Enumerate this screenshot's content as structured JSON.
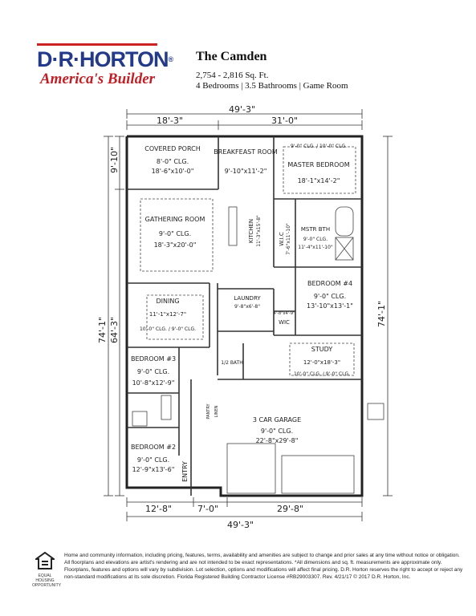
{
  "brand": {
    "name": "D·R·HORTON",
    "mark": "®",
    "tagline": "America's Builder"
  },
  "plan": {
    "name": "The Camden",
    "sqft": "2,754 - 2,816 Sq. Ft.",
    "summary": "4 Bedrooms | 3.5 Bathrooms | Game Room"
  },
  "dims": {
    "top_total": "49'-3\"",
    "top_left": "18'-3\"",
    "top_right": "31'-0\"",
    "bottom_total": "49'-3\"",
    "bottom_a": "12'-8\"",
    "bottom_b": "7'-0\"",
    "bottom_c": "29'-8\"",
    "left_depth": "74'-1\"",
    "left_inner": "64'-3\"",
    "left_top": "9'-10\"",
    "right_depth": "74'-1\""
  },
  "rooms": {
    "porch": {
      "name": "COVERED PORCH",
      "clg": "8'-0\" CLG.",
      "size": "18'-6\"x10'-0\""
    },
    "breakfast": {
      "name": "BREAKFEAST ROOM",
      "size": "9'-10\"x11'-2\""
    },
    "master": {
      "name": "MASTER BEDROOM",
      "clg": "9'-0\" CLG. / 10'-0\" CLG.",
      "size": "18'-1\"x14'-2\""
    },
    "gathering": {
      "name": "GATHERING ROOM",
      "clg": "9'-0\" CLG.",
      "size": "18'-3\"x20'-0\""
    },
    "kitchen": {
      "name": "KITCHEN",
      "size": "11'-3\"x15'-8\""
    },
    "wic": {
      "name": "W.I.C",
      "size": "7'-6\"x11'-10\""
    },
    "mstr_bth": {
      "name": "MSTR BTH",
      "clg": "9'-0\" CLG.",
      "size": "11'-4\"x11'-10\""
    },
    "bedroom4": {
      "name": "BEDROOM #4",
      "clg": "9'-0\" CLG.",
      "size": "13'-10\"x13'-1\""
    },
    "dining": {
      "name": "DINING",
      "size": "11'-1\"x12'-7\"",
      "clg": "10'-0\" CLG. / 9'-0\" CLG."
    },
    "laundry": {
      "name": "LAUNDRY",
      "size": "9'-8\"x6'-8\""
    },
    "wic2": {
      "name": "WIC",
      "size": "4'-8\"x4'-9\""
    },
    "half_bath": {
      "name": "1/2 BATH"
    },
    "study": {
      "name": "STUDY",
      "size": "12'-0\"x18'-3\"",
      "clg": "10'-0\" CLG. / 9'-0\" CLG."
    },
    "bedroom3": {
      "name": "BEDROOM #3",
      "clg": "9'-0\" CLG.",
      "size": "10'-8\"x12'-9\""
    },
    "garage": {
      "name": "3 CAR GARAGE",
      "clg": "9'-0\" CLG.",
      "size": "22'-8\"x29'-8\""
    },
    "bedroom2": {
      "name": "BEDROOM #2",
      "clg": "9'-0\" CLG.",
      "size": "12'-9\"x13'-6\""
    },
    "entry": {
      "name": "ENTRY"
    },
    "pantry": {
      "name": "PANTRY"
    },
    "linen": {
      "name": "LINEN"
    }
  },
  "disclaimer": "Home and community information, including pricing, features, terms, availability and amenities are subject to change and prior sales at any time without notice or obligation. All floorplans and elevations are artist's rendering and are not intended to be exact representations. *All dimensions and sq. ft. measurements are approximate only. Floorplans, features and options will vary by subdivision. Lot selection, options and modifications will affect final pricing. D.R. Horton reserves the right to accept or reject any non-standard modifications at its sole discretion. Florida Registered Building Contractor License #RB29003307. Rev. 4/21/17 © 2017 D.R. Horton, Inc.",
  "eho": "EQUAL HOUSING OPPORTUNITY"
}
